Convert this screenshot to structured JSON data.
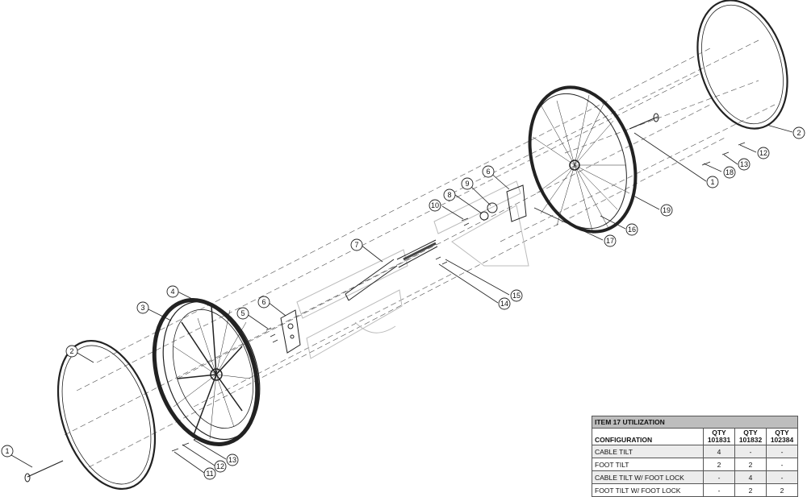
{
  "callouts": [
    {
      "label": "1"
    },
    {
      "label": "2"
    },
    {
      "label": "3"
    },
    {
      "label": "4"
    },
    {
      "label": "5"
    },
    {
      "label": "6"
    },
    {
      "label": "7"
    },
    {
      "label": "14"
    },
    {
      "label": "15"
    },
    {
      "label": "11"
    },
    {
      "label": "12"
    },
    {
      "label": "13"
    },
    {
      "label": "10"
    },
    {
      "label": "8"
    },
    {
      "label": "9"
    },
    {
      "label": "6"
    },
    {
      "label": "17"
    },
    {
      "label": "16"
    },
    {
      "label": "19"
    },
    {
      "label": "1"
    },
    {
      "label": "18"
    },
    {
      "label": "13"
    },
    {
      "label": "12"
    },
    {
      "label": "2"
    }
  ],
  "table": {
    "title": "ITEM 17 UTILIZATION",
    "header": {
      "config": "CONFIGURATION",
      "qty": [
        "QTY\n101831",
        "QTY\n101832",
        "QTY\n102384"
      ]
    },
    "rows": [
      {
        "config": "CABLE TILT",
        "values": [
          "4",
          "-",
          "-"
        ]
      },
      {
        "config": "FOOT TILT",
        "values": [
          "2",
          "2",
          "-"
        ]
      },
      {
        "config": "CABLE TILT W/ FOOT LOCK",
        "values": [
          "-",
          "4",
          "-"
        ]
      },
      {
        "config": "FOOT TILT W/ FOOT LOCK",
        "values": [
          "-",
          "2",
          "2"
        ]
      }
    ]
  }
}
